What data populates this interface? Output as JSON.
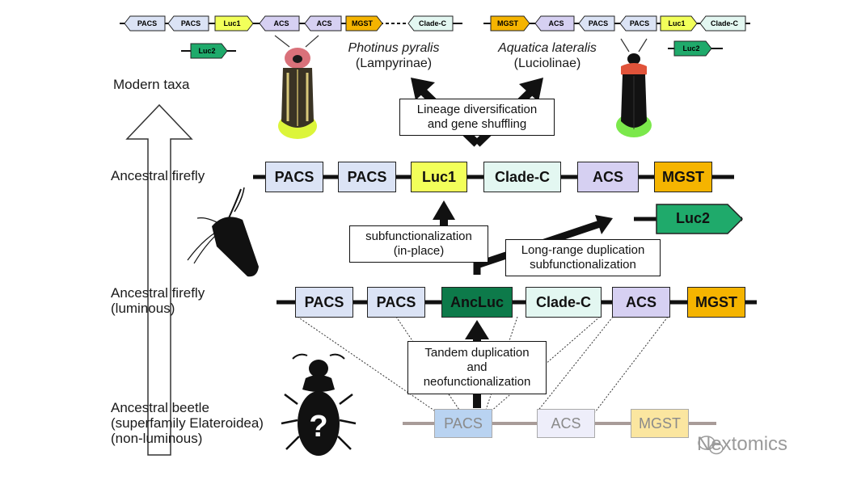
{
  "taxa_labels": {
    "modern": "Modern taxa",
    "ancestral_firefly": "Ancestral firefly",
    "ancestral_firefly_luminous_1": "Ancestral firefly",
    "ancestral_firefly_luminous_2": "(luminous)",
    "ancestral_beetle_1": "Ancestral beetle",
    "ancestral_beetle_2": "(superfamily Elateroidea)",
    "ancestral_beetle_3": "(non-luminous)"
  },
  "species": {
    "photinus_name": "Photinus pyralis",
    "photinus_sub": "(Lampyrinae)",
    "aquatica_name": "Aquatica lateralis",
    "aquatica_sub": "(Luciolinae)"
  },
  "photinus_genes": [
    "PACS",
    "PACS",
    "Luc1",
    "ACS",
    "ACS",
    "MGST",
    "Clade-C"
  ],
  "photinus_luc2": "Luc2",
  "aquatica_genes": [
    "MGST",
    "ACS",
    "PACS",
    "PACS",
    "Luc1",
    "Clade-C"
  ],
  "aquatica_luc2": "Luc2",
  "ancestral_firefly_genes": [
    "PACS",
    "PACS",
    "Luc1",
    "Clade-C",
    "ACS",
    "MGST"
  ],
  "ancestral_firefly_luc2": "Luc2",
  "luminous_genes": [
    "PACS",
    "PACS",
    "AncLuc",
    "Clade-C",
    "ACS",
    "MGST"
  ],
  "beetle_genes": [
    "PACS",
    "ACS",
    "MGST"
  ],
  "event_boxes": {
    "lineage_1": "Lineage diversification",
    "lineage_2": "and gene shuffling",
    "subfunc_1": "subfunctionalization",
    "subfunc_2": "(in-place)",
    "longrange_1": "Long-range duplication",
    "longrange_2": "subfunctionalization",
    "tandem_1": "Tandem duplication",
    "tandem_2": "and",
    "tandem_3": "neofunctionalization"
  },
  "question_mark": "?",
  "watermark": "Nextomics",
  "colors": {
    "PACS": "#dbe3f5",
    "Luc1": "#f2ff5a",
    "Clade-C": "#e3f7f1",
    "ACS": "#d6d0f2",
    "MGST": "#f5b400",
    "Luc2": "#1faa6b",
    "AncLuc": "#0d7a4a",
    "faded_PACS": "#b9d3f1",
    "faded_ACS": "#eeeefa",
    "faded_MGST": "#fbe6a0",
    "glow": "#dcf53a",
    "glow_green": "#7be84b"
  },
  "icons": [
    "firefly-photinus-icon",
    "firefly-aquatica-icon",
    "moth-silhouette-icon",
    "beetle-silhouette-icon",
    "wechat-icon"
  ]
}
